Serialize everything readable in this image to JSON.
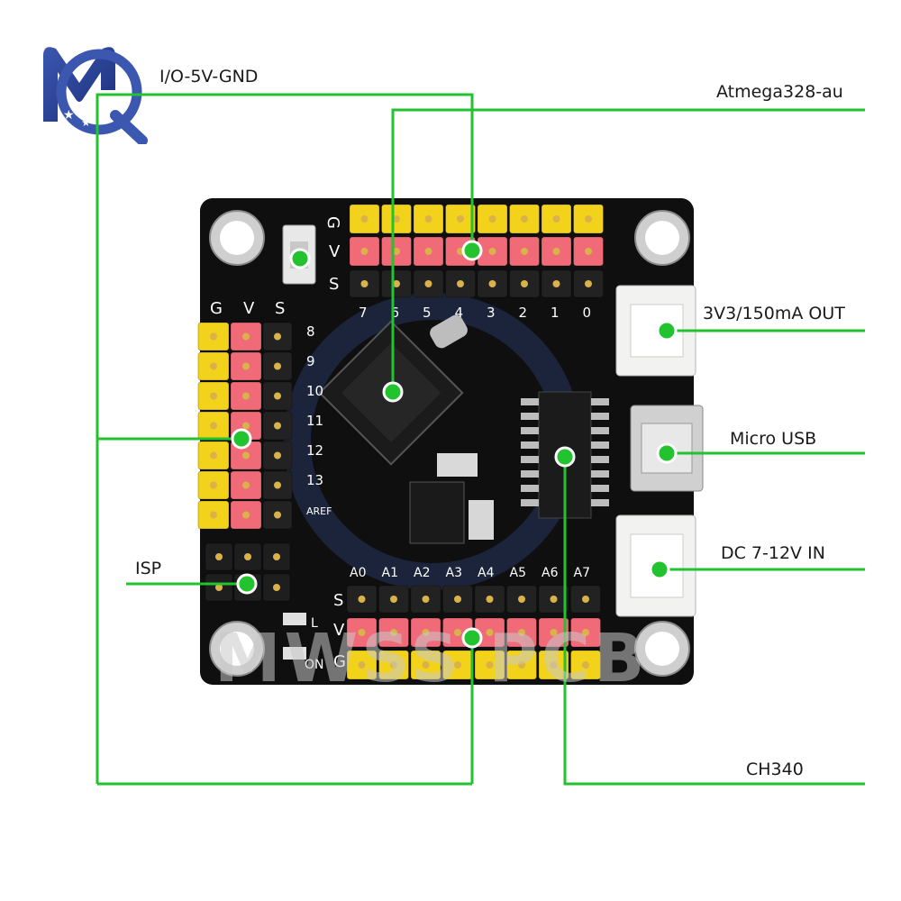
{
  "callouts": {
    "io_5v_gnd": "I/O-5V-GND",
    "atmega": "Atmega328-au",
    "out_3v3": "3V3/150mA OUT",
    "micro_usb": "Micro USB",
    "dc_in": "DC 7-12V IN",
    "isp": "ISP",
    "ch340": "CH340"
  },
  "board": {
    "row_labels": {
      "ground": "G",
      "voltage": "V",
      "signal": "S"
    },
    "top_pin_numbers": [
      "7",
      "6",
      "5",
      "4",
      "3",
      "2",
      "1",
      "0"
    ],
    "left_pin_numbers": [
      "8",
      "9",
      "10",
      "11",
      "12",
      "13",
      "AREF"
    ],
    "analog_pins": [
      "A0",
      "A1",
      "A2",
      "A3",
      "A4",
      "A5",
      "A6",
      "A7"
    ],
    "led_labels": {
      "led_l": "L",
      "led_on": "ON"
    }
  },
  "watermark": "MWSS PCB",
  "colors": {
    "callout_line": "#22c32e",
    "board": "#0f0f0f",
    "header_yellow": "#f2d21b",
    "header_pink": "#f06a78",
    "connector_white": "#f2f2f0"
  },
  "icons": {
    "logo": "mq-logo"
  }
}
